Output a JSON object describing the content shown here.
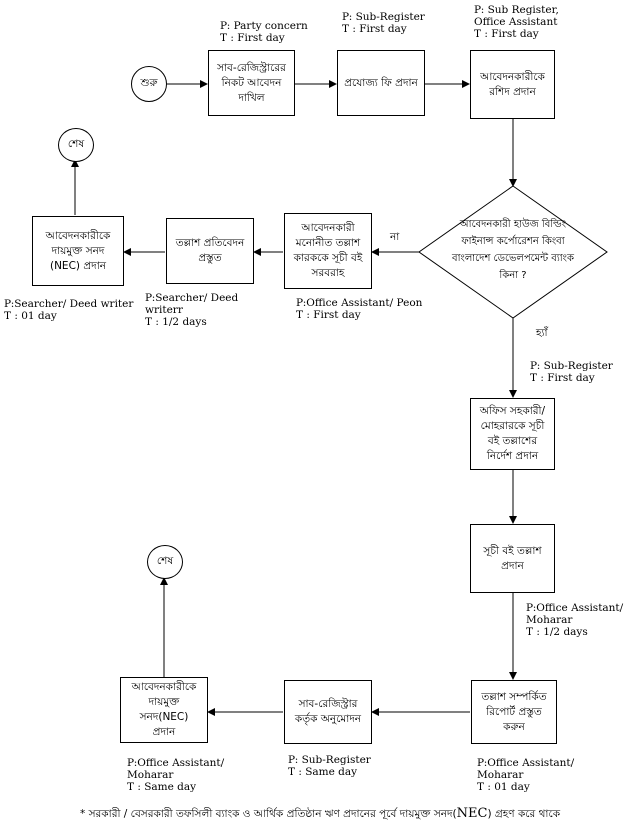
{
  "start": "শুরু",
  "end_1": "শেষ",
  "end_2": "শেষ",
  "steps": {
    "s1": {
      "lines": [
        "সাব-রেজিস্ট্রারের",
        "নিকট আবেদন",
        "দাখিল"
      ]
    },
    "s2": {
      "lines": [
        "প্রযোজ্য ফি প্রদান"
      ]
    },
    "s3": {
      "lines": [
        "আবেদনকারীকে",
        "রশিদ প্রদান"
      ]
    },
    "d1": {
      "lines": [
        "আবেদনকারী হাউজ বিল্ডিং",
        "ফাইনান্স কর্পোরেশন কিংবা",
        "বাংলাদেশ ডেভেলপমেন্ট ব্যাংক",
        "কিনা ?"
      ]
    },
    "n1": {
      "lines": [
        "আবেদনকারী",
        "মনোনীত তল্লাশ",
        "কারককে সূচী বই",
        "সরবরাহ"
      ]
    },
    "n2": {
      "lines": [
        "তল্লাশ প্রতিবেদন",
        "প্রস্তুত"
      ]
    },
    "n3": {
      "lines": [
        "আবেদনকারীকে",
        "দায়মুক্ত সনদ",
        "(NEC) প্রদান"
      ]
    },
    "y1": {
      "lines": [
        "অফিস সহকারী/",
        "মোহরারকে সূচী",
        "বই তল্লাশের",
        "নির্দেশ প্রদান"
      ]
    },
    "y2": {
      "lines": [
        "সূচী বই তল্লাশ",
        "প্রদান"
      ]
    },
    "y3": {
      "lines": [
        "তল্লাশ সম্পর্কিত",
        "রিপোর্ট প্রস্তুত",
        "করুন"
      ]
    },
    "y4": {
      "lines": [
        "সাব-রেজিস্ট্রার",
        "কর্তৃক অনুমোদন"
      ]
    },
    "y5": {
      "lines": [
        "আবেদনকারীকে",
        "দায়মুক্ত",
        "সনদ(NEC)",
        "প্রদান"
      ]
    }
  },
  "labels": {
    "no": "না",
    "yes": "হ্যাঁ"
  },
  "notes": {
    "s1": [
      "P: Party concern",
      "T : First day"
    ],
    "s2": [
      "P: Sub-Register",
      "T : First day"
    ],
    "s3": [
      "P: Sub Register,",
      "Office Assistant",
      "T : First day"
    ],
    "n1": [
      "P:Office Assistant/ Peon",
      "T : First day"
    ],
    "n2": [
      "P:Searcher/ Deed",
      "writerr",
      "T : 1/2 days"
    ],
    "n3": [
      "P:Searcher/ Deed writer",
      "T : 01 day"
    ],
    "y1": [
      "P: Sub-Register",
      "T : First day"
    ],
    "y3in": [
      "P:Office Assistant/",
      "Moharar",
      "T : 1/2 days"
    ],
    "y3": [
      "P:Office Assistant/",
      "Moharar",
      "T : 01 day"
    ],
    "y4": [
      "P: Sub-Register",
      "T : Same day"
    ],
    "y5": [
      "P:Office Assistant/",
      "Moharar",
      "T : Same day"
    ]
  },
  "footnote": {
    "prefix": "* সরকারী / বেসরকারী তফসিলী ব্যাংক ও আর্থিক প্রতিষ্ঠান ঋণ প্রদানের পূর্বে দায়মুক্ত সনদ(",
    "nec": "NEC",
    "suffix": ") গ্রহণ করে থাকে"
  }
}
